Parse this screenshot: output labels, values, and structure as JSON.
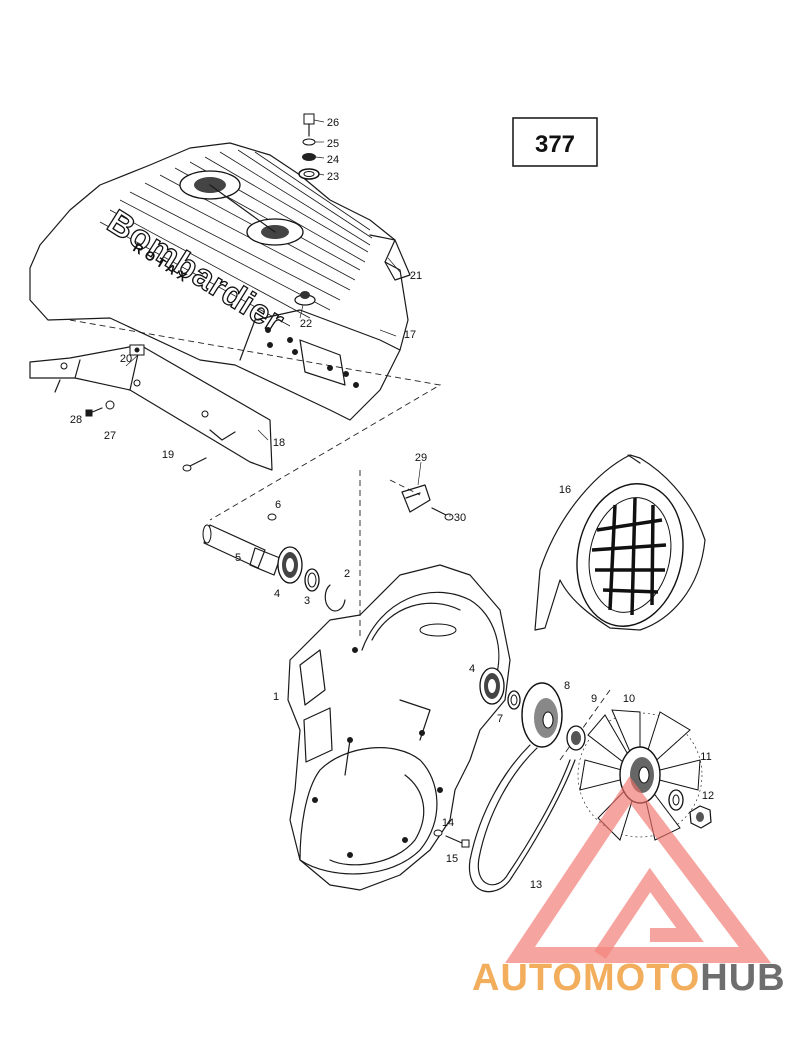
{
  "page_ref": "377",
  "cover_text": "Bombardier",
  "cover_subtext": "ROTAX",
  "parts": [
    {
      "number": "1"
    },
    {
      "number": "2"
    },
    {
      "number": "3"
    },
    {
      "number": "4"
    },
    {
      "number": "4"
    },
    {
      "number": "5"
    },
    {
      "number": "6"
    },
    {
      "number": "7"
    },
    {
      "number": "8"
    },
    {
      "number": "9"
    },
    {
      "number": "10"
    },
    {
      "number": "11"
    },
    {
      "number": "12"
    },
    {
      "number": "13"
    },
    {
      "number": "14"
    },
    {
      "number": "15"
    },
    {
      "number": "16"
    },
    {
      "number": "17"
    },
    {
      "number": "18"
    },
    {
      "number": "19"
    },
    {
      "number": "20"
    },
    {
      "number": "21"
    },
    {
      "number": "22"
    },
    {
      "number": "23"
    },
    {
      "number": "24"
    },
    {
      "number": "25"
    },
    {
      "number": "26"
    },
    {
      "number": "27"
    },
    {
      "number": "28"
    },
    {
      "number": "29"
    },
    {
      "number": "30"
    }
  ],
  "watermark": {
    "part1": "AUTOMOTO",
    "part2": "HUB",
    "color_primary": "#f0a040",
    "color_secondary": "#555555",
    "triangle_color": "#f07068"
  }
}
